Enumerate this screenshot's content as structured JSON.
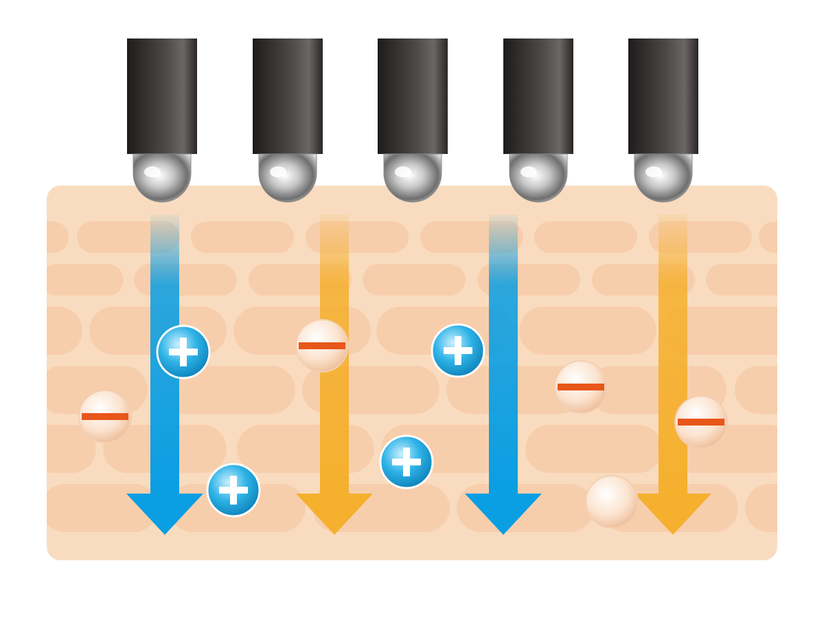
{
  "diagram": {
    "colors": {
      "background": "#ffffff",
      "skin_base": "#f9dcbf",
      "skin_cell": "#f5c9a6",
      "probe_body_dark": "#1e1b1b",
      "probe_body_light": "#6b6767",
      "positive_flow": "#0a9ee3",
      "negative_flow": "#f5b02e",
      "positive_ion": "#1ea6d8",
      "negative_ion": "#fbe3cf",
      "minus_sign": "#e8561a"
    },
    "probes": [
      {
        "id": "probe-1",
        "flow": "positive"
      },
      {
        "id": "probe-2",
        "flow": "negative"
      },
      {
        "id": "probe-3",
        "flow": "none"
      },
      {
        "id": "probe-4",
        "flow": "positive"
      },
      {
        "id": "probe-5",
        "flow": "negative"
      }
    ],
    "flow_arrows": [
      {
        "id": "arrow-1",
        "polarity": "positive",
        "icon": "arrow-down-icon"
      },
      {
        "id": "arrow-2",
        "polarity": "negative",
        "icon": "arrow-down-icon"
      },
      {
        "id": "arrow-3",
        "polarity": "positive",
        "icon": "arrow-down-icon"
      },
      {
        "id": "arrow-4",
        "polarity": "negative",
        "icon": "arrow-down-icon"
      }
    ],
    "ions": [
      {
        "charge": "positive",
        "icon": "plus-icon"
      },
      {
        "charge": "negative",
        "icon": "minus-icon"
      },
      {
        "charge": "positive",
        "icon": "plus-icon"
      },
      {
        "charge": "negative",
        "icon": "minus-icon"
      },
      {
        "charge": "positive",
        "icon": "plus-icon"
      },
      {
        "charge": "positive",
        "icon": "plus-icon"
      },
      {
        "charge": "negative",
        "icon": "minus-icon"
      },
      {
        "charge": "negative",
        "icon": "minus-icon"
      },
      {
        "charge": "neutral",
        "icon": "bubble-icon"
      }
    ]
  }
}
